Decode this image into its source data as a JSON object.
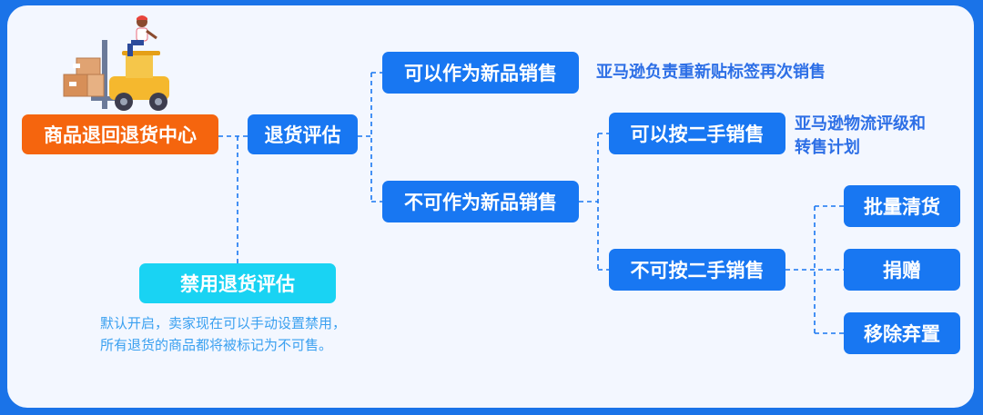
{
  "nodes": {
    "root": "商品退回退货中心",
    "evaluate": "退货评估",
    "disable": "禁用退货评估",
    "sellable_new": "可以作为新品销售",
    "not_sellable_new": "不可作为新品销售",
    "sellable_used": "可以按二手销售",
    "not_sellable_used": "不可按二手销售",
    "bulk": "批量清货",
    "donate": "捐赠",
    "remove": "移除弃置"
  },
  "notes": {
    "relabel": "亚马逊负责重新贴标签再次销售",
    "grading_line1": "亚马逊物流评级和",
    "grading_line2": "转售计划"
  },
  "disable_desc": {
    "line1": "默认开启，卖家现在可以手动设置禁用，",
    "line2": "所有退货的商品都将被标记为不可售。"
  },
  "colors": {
    "background": "#1a73e8",
    "panel": "#f3f7ff",
    "node_blue": "#1877f2",
    "node_orange": "#f5650e",
    "node_cyan": "#19d3f3",
    "connector": "#1877f2",
    "note_text": "#2d6fe6",
    "desc_text": "#3aa0f0"
  },
  "illustration": "forklift-with-worker-and-boxes"
}
